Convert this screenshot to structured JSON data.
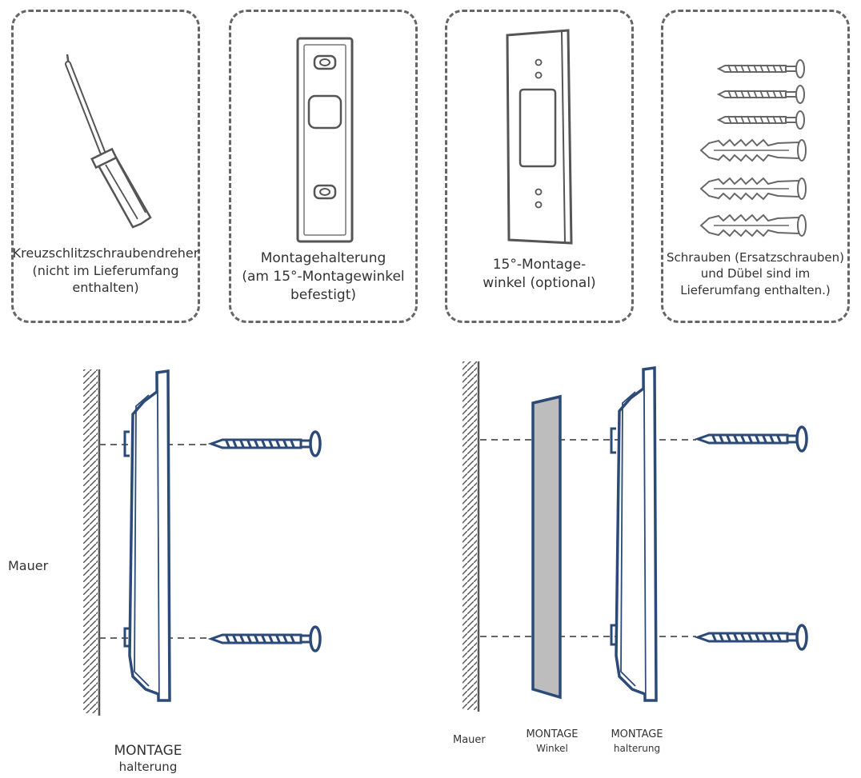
{
  "items": [
    {
      "lines": [
        "Kreuzschlitzschraubendreher",
        "(nicht im Lieferumfang",
        "enthalten)"
      ]
    },
    {
      "lines": [
        "Montagehalterung",
        "(am 15°-Montagewinkel",
        "befestigt)"
      ]
    },
    {
      "lines": [
        "15°-Montage-",
        "winkel (optional)"
      ]
    },
    {
      "lines": [
        "Schrauben (Ersatzschrauben)",
        "und Dübel sind im",
        "Lieferumfang enthalten.)"
      ]
    }
  ],
  "diagram_left": {
    "wall_label": "Mauer",
    "bracket_label": [
      "MONTAGE",
      "halterung"
    ]
  },
  "diagram_right": {
    "wall_label": "Mauer",
    "angle_label": [
      "MONTAGE",
      "Winkel"
    ],
    "bracket_label": [
      "MONTAGE",
      "halterung"
    ]
  },
  "colors": {
    "outline": "#2c4a78",
    "dash": "#666666",
    "text": "#333333",
    "shade": "#bdbdbd"
  }
}
